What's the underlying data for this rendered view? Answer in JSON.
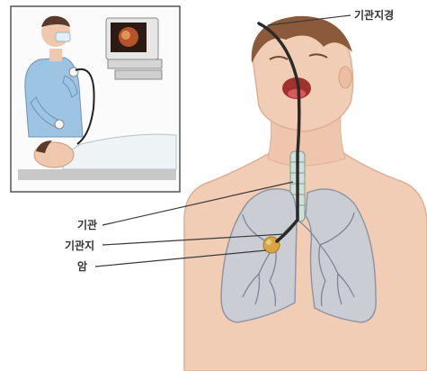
{
  "labels": {
    "bronchoscope": "기관지경",
    "trachea": "기관",
    "bronchus": "기관지",
    "cancer": "암"
  },
  "colors": {
    "skin": "#f2cdb6",
    "skin_shadow": "#dfae95",
    "hair": "#8a5a3a",
    "lung": "#c9ced6",
    "lung_edge": "#8c93a0",
    "gown": "#9ec4e4",
    "scope_line": "#2a2a2a",
    "label_line": "#3a3a3a",
    "inset_border": "#555555",
    "tumor": "#d9a441"
  },
  "inset": {
    "scene": "doctor-performing-bronchoscopy",
    "monitor": "endoscope-video-monitor"
  }
}
